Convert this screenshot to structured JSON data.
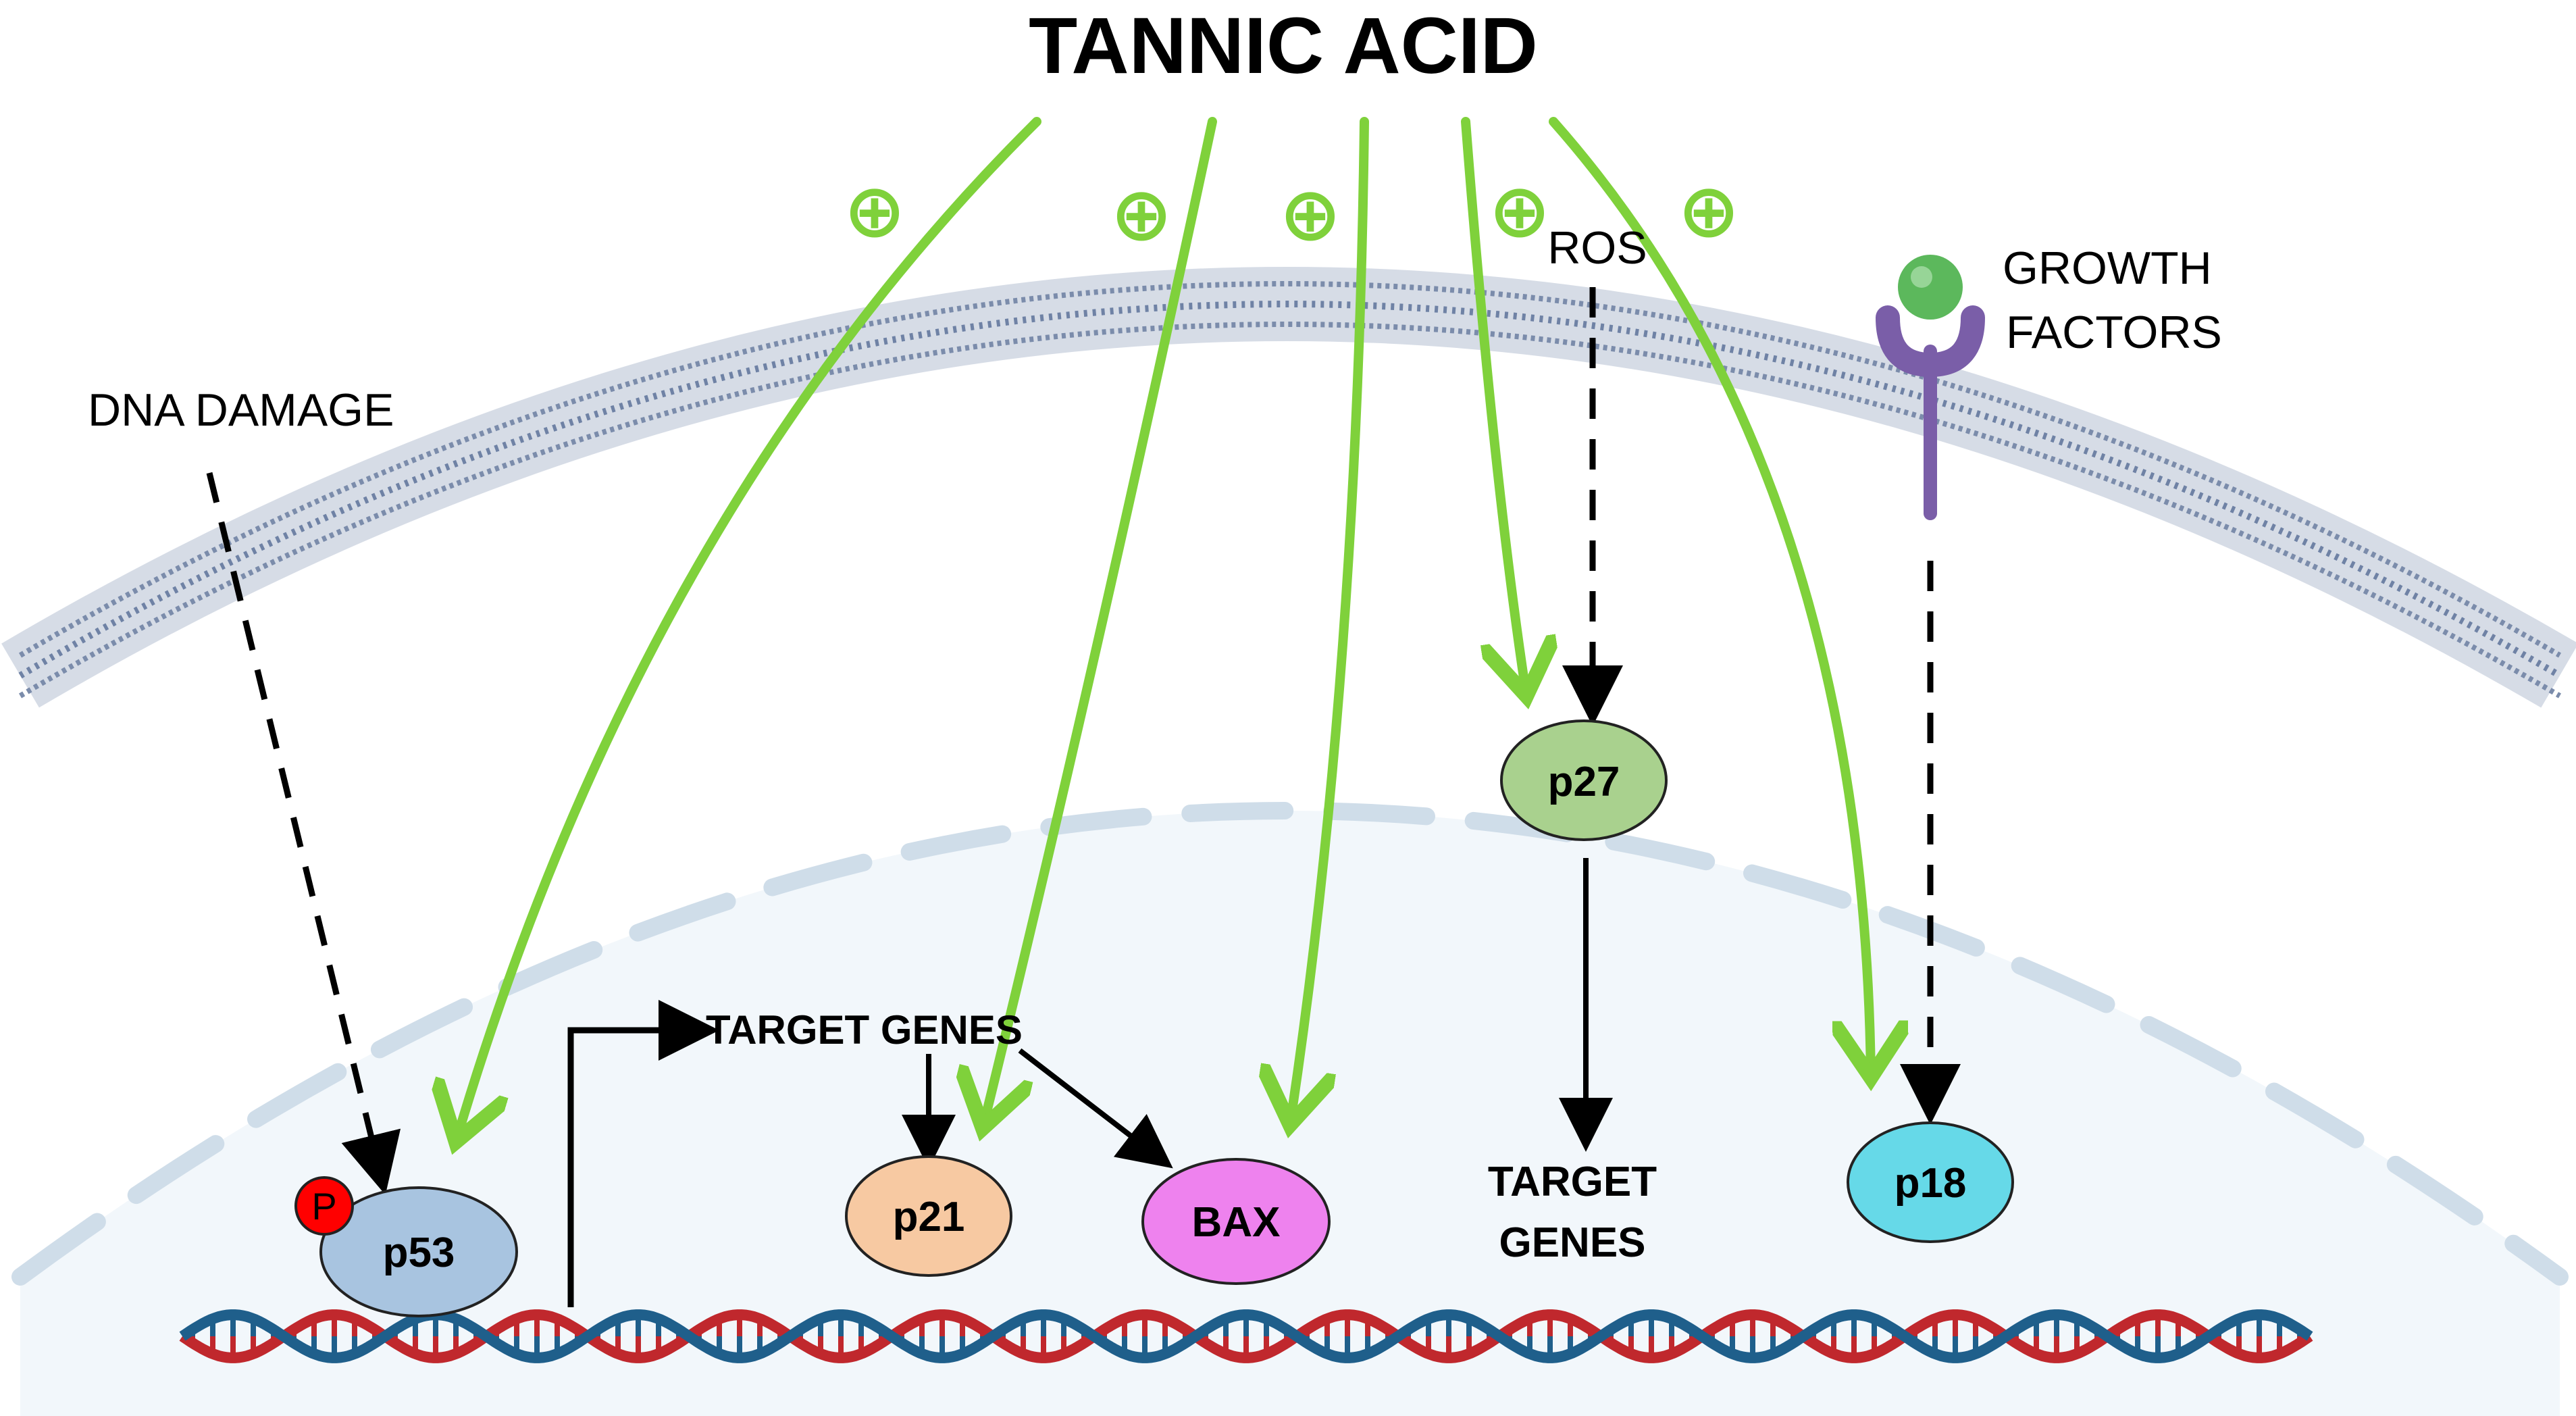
{
  "title": "TANNIC ACID",
  "labels": {
    "dna_damage": "DNA DAMAGE",
    "ros": "ROS",
    "growth_factors_line1": "GROWTH",
    "growth_factors_line2": "FACTORS",
    "target_genes_left": "TARGET GENES",
    "target_genes_right_line1": "TARGET",
    "target_genes_right_line2": "GENES"
  },
  "proteins": {
    "p53": "p53",
    "phospho": "P",
    "p21": "p21",
    "bax": "BAX",
    "p27": "p27",
    "p18": "p18"
  },
  "plus_symbol": "⊕",
  "colors": {
    "green_arrow": "#7fd13b",
    "black": "#000000",
    "p53_fill": "#a8c4e0",
    "p21_fill": "#f7c9a2",
    "bax_fill": "#ee82ee",
    "p27_fill": "#a9d18e",
    "p18_fill": "#66d9e8",
    "phospho_fill": "#ff0000",
    "dna_red": "#c0282d",
    "dna_blue": "#1f5f8b",
    "membrane": "#8a9bb8",
    "nucleus_fill": "#f2f7fb",
    "receptor": "#7a5ea8",
    "ligand": "#5cb85c"
  }
}
